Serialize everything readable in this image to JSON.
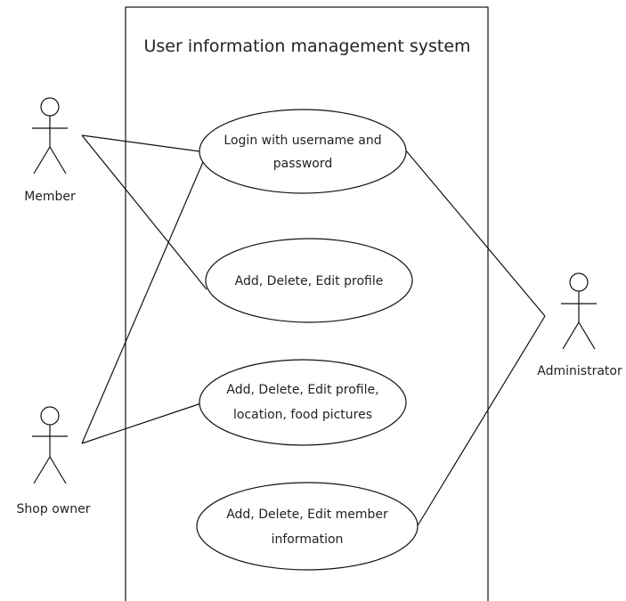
{
  "diagram": {
    "system": {
      "title": "User information management system"
    },
    "actors": {
      "member": "Member",
      "shop_owner": "Shop owner",
      "administrator": "Administrator"
    },
    "use_cases": {
      "login": {
        "line1": "Login with username and",
        "line2": "password"
      },
      "edit_profile": {
        "line1": "Add, Delete, Edit profile"
      },
      "shop_profile": {
        "line1": "Add, Delete, Edit profile,",
        "line2": "location, food pictures"
      },
      "member_info": {
        "line1": "Add, Delete, Edit member",
        "line2": "information"
      }
    }
  }
}
